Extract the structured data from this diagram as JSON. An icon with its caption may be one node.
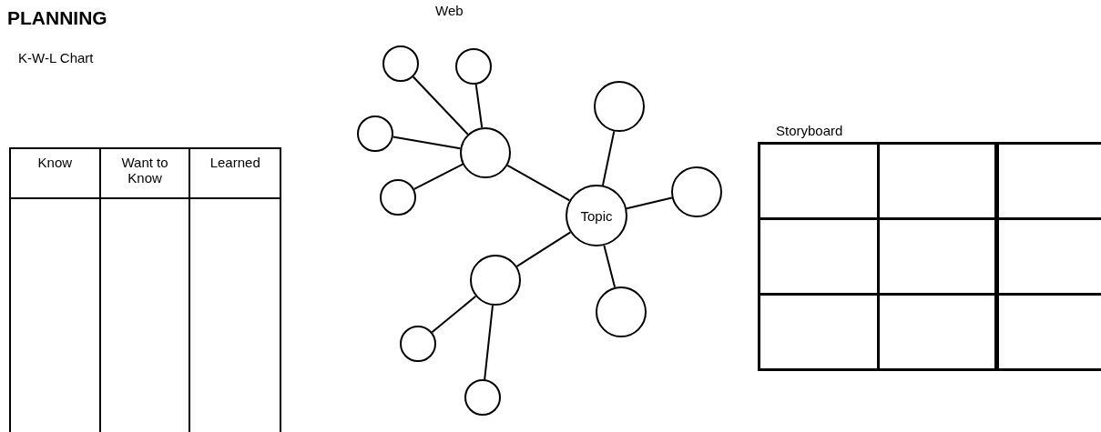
{
  "diagram": {
    "title": "PLANNING",
    "nodes": [
      {
        "text": [],
        "shape": "circle"
      },
      {
        "text": [],
        "shape": "circle"
      },
      {
        "text": [],
        "shape": "circle"
      },
      {
        "text": [],
        "shape": "circle"
      },
      {
        "text": [],
        "shape": "circle"
      },
      {
        "text": [],
        "shape": "circle"
      },
      {
        "text": [],
        "shape": "circle"
      },
      {
        "text": [
          "Topic"
        ]
      },
      {
        "text": [],
        "shape": "circle"
      },
      {
        "text": [],
        "shape": "circle"
      },
      {
        "text": [],
        "shape": "circle"
      },
      {
        "text": [],
        "shape": "circle"
      }
    ],
    "edges": [
      {
        "from": 4,
        "to": 0,
        "arrow": "none"
      },
      {
        "from": 4,
        "to": 1,
        "arrow": "none"
      },
      {
        "from": 4,
        "to": 3,
        "arrow": "none"
      },
      {
        "from": 4,
        "to": 6,
        "arrow": "none"
      },
      {
        "from": 4,
        "to": 7,
        "arrow": "none"
      },
      {
        "from": 7,
        "to": 2,
        "arrow": "none"
      },
      {
        "from": 7,
        "to": 5,
        "arrow": "none"
      },
      {
        "from": 7,
        "to": 8,
        "arrow": "none"
      },
      {
        "from": 7,
        "to": 9,
        "arrow": "none"
      },
      {
        "from": 8,
        "to": 10,
        "arrow": "none"
      },
      {
        "from": 8,
        "to": 11,
        "arrow": "none"
      }
    ],
    "labels": [
      "Web",
      "K-W-L Chart",
      "Storyboard",
      "Know",
      "Want to Know",
      "Learned"
    ]
  }
}
